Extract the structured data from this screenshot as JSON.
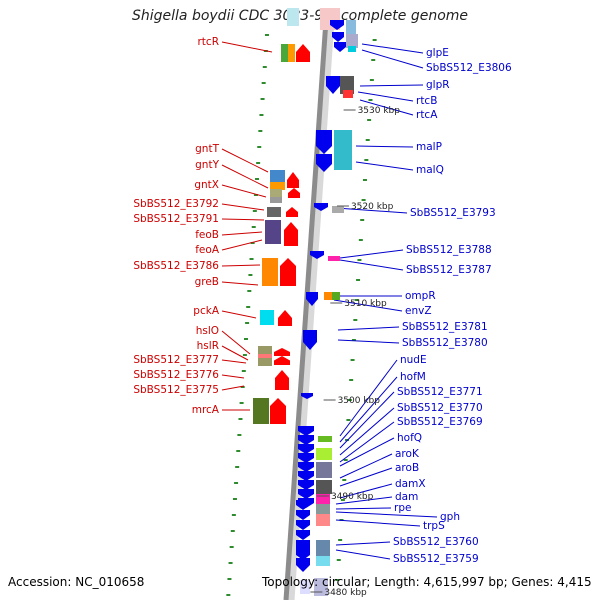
{
  "header": {
    "title": "Shigella boydii CDC 3083-94, complete genome"
  },
  "footer": {
    "accession": "Accession: NC_010658",
    "topology": "Topology: circular; Length: 4,615,997 bp; Genes: 4,415"
  },
  "colors": {
    "left_label": "#cc0000",
    "right_label": "#0000cc",
    "forward_arrow": "#ff0000",
    "reverse_arrow": "#0000ee",
    "backbone": "#8c8c8c",
    "green_tick": "#2e8b2e"
  },
  "scale_labels": [
    "3530 kbp",
    "3520 kbp",
    "3510 kbp",
    "3500 kbp",
    "3490 kbp",
    "3480 kbp"
  ],
  "left_genes": [
    "rtcR",
    "gntT",
    "gntY",
    "gntX",
    "SbBS512_E3792",
    "SbBS512_E3791",
    "feoB",
    "feoA",
    "SbBS512_E3786",
    "greB",
    "pckA",
    "hslO",
    "hslR",
    "SbBS512_E3777",
    "SbBS512_E3776",
    "SbBS512_E3775",
    "mrcA"
  ],
  "right_genes": [
    "glpE",
    "SbBS512_E3806",
    "glpR",
    "rtcB",
    "rtcA",
    "malP",
    "malQ",
    "SbBS512_E3793",
    "SbBS512_E3788",
    "SbBS512_E3787",
    "ompR",
    "envZ",
    "SbBS512_E3781",
    "SbBS512_E3780",
    "nudE",
    "hofM",
    "SbBS512_E3771",
    "SbBS512_E3770",
    "SbBS512_E3769",
    "hofQ",
    "aroK",
    "aroB",
    "damX",
    "dam",
    "rpe",
    "gph",
    "trpS",
    "SbBS512_E3760",
    "SbBS512_E3759"
  ]
}
